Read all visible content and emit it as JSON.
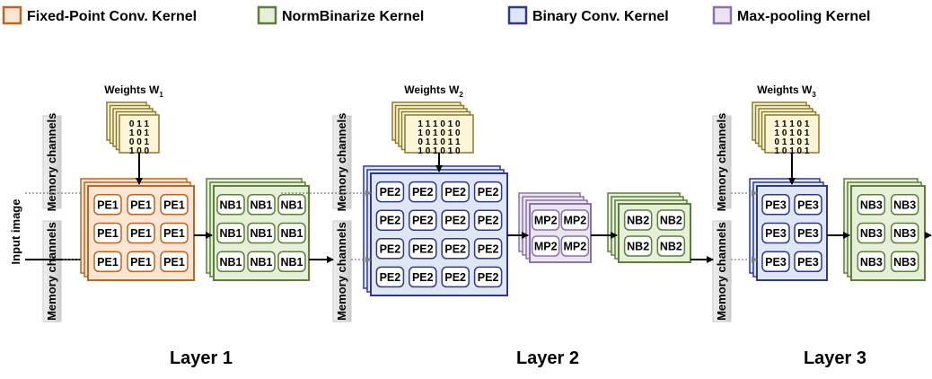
{
  "legend": [
    {
      "label": "Fixed-Point Conv. Kernel",
      "stroke": "#c0651f",
      "fill": "#fbe5d4"
    },
    {
      "label": "NormBinarize Kernel",
      "stroke": "#5d7f3a",
      "fill": "#e6f0d9"
    },
    {
      "label": "Binary Conv. Kernel",
      "stroke": "#2e3a86",
      "fill": "#dfe7f6"
    },
    {
      "label": "Max-pooling Kernel",
      "stroke": "#8a74a3",
      "fill": "#ece4f2"
    }
  ],
  "input_label": "Input image",
  "memory_label": "Memory channels",
  "weights": [
    {
      "label": "Weights W",
      "sub": "1",
      "rows": [
        "0 1 1",
        "1 0 1",
        "0 0 1",
        "1 0 0"
      ]
    },
    {
      "label": "Weights W",
      "sub": "2",
      "rows": [
        "1 1 1 0 1 0",
        "1 0 1 0 1 0",
        "0 1 1 0 1 1",
        "1 0 1 0 1 0"
      ]
    },
    {
      "label": "Weights W",
      "sub": "3",
      "rows": [
        "1 1 1 0 1",
        "1 0 1 0 1",
        "0 1 1 0 1",
        "1 0 1 0 1"
      ]
    }
  ],
  "pe_labels": {
    "l1": "PE1",
    "l2": "PE2",
    "l3": "PE3"
  },
  "nb_labels": {
    "l1": "NB1",
    "l2": "NB2",
    "l3": "NB3"
  },
  "mp_label": "MP2",
  "layers": [
    "Layer 1",
    "Layer 2",
    "Layer 3"
  ],
  "colors": {
    "weight_stroke": "#8a7a2a",
    "weight_fill": "#fdf6d6",
    "memory_fill": "#d9d9d9",
    "arrow": "#000000",
    "dotted_arrow": "#808080"
  }
}
